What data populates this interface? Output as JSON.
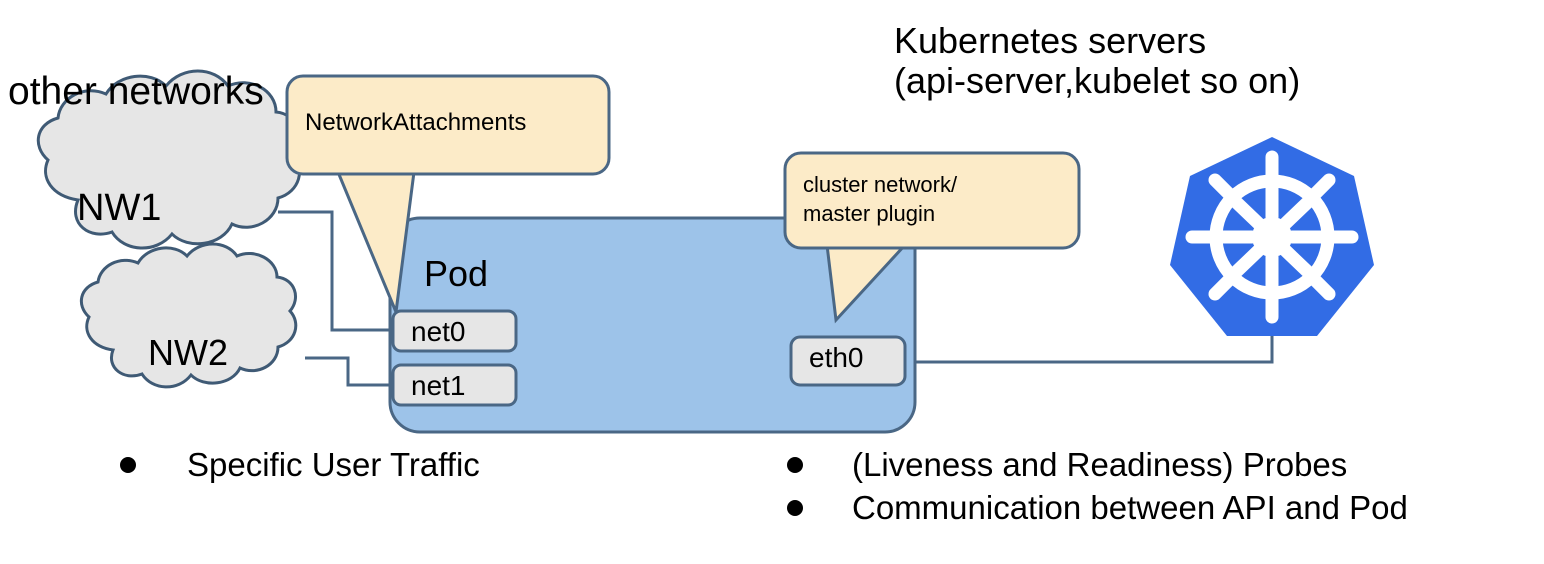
{
  "diagram": {
    "title_left": "other networks",
    "title_right": "Kubernetes servers\n(api-server,kubelet so on)",
    "title_right_line1": "Kubernetes servers",
    "title_right_line2": "(api-server,kubelet so on)"
  },
  "clouds": [
    {
      "id": "nw1",
      "label": "NW1"
    },
    {
      "id": "nw2",
      "label": "NW2"
    }
  ],
  "pod": {
    "label": "Pod",
    "interfaces": [
      {
        "id": "net0",
        "label": "net0"
      },
      {
        "id": "net1",
        "label": "net1"
      },
      {
        "id": "eth0",
        "label": "eth0"
      }
    ]
  },
  "callouts": [
    {
      "id": "network-attachments",
      "text": "NetworkAttachments"
    },
    {
      "id": "cluster-network",
      "line1": "cluster network/",
      "line2": "master plugin"
    }
  ],
  "k8s_logo": {
    "name": "kubernetes-logo",
    "alt": "Kubernetes helm wheel logo"
  },
  "bullets": {
    "left": [
      {
        "text": "Specific User Traffic"
      }
    ],
    "right": [
      {
        "text": "(Liveness and Readiness) Probes"
      },
      {
        "text": "Communication between API and Pod"
      }
    ]
  },
  "colors": {
    "pod_fill": "#9DC3E9",
    "pod_stroke": "#4A6785",
    "callout_fill": "#FCEBC8",
    "callout_stroke": "#4A6785",
    "cloud_fill": "#E6E6E6",
    "cloud_stroke": "#3F5A75",
    "iface_fill": "#E6E6E6",
    "iface_stroke": "#4A6785",
    "k8s_blue": "#326CE5",
    "line": "#4A6785",
    "text": "#000000"
  }
}
